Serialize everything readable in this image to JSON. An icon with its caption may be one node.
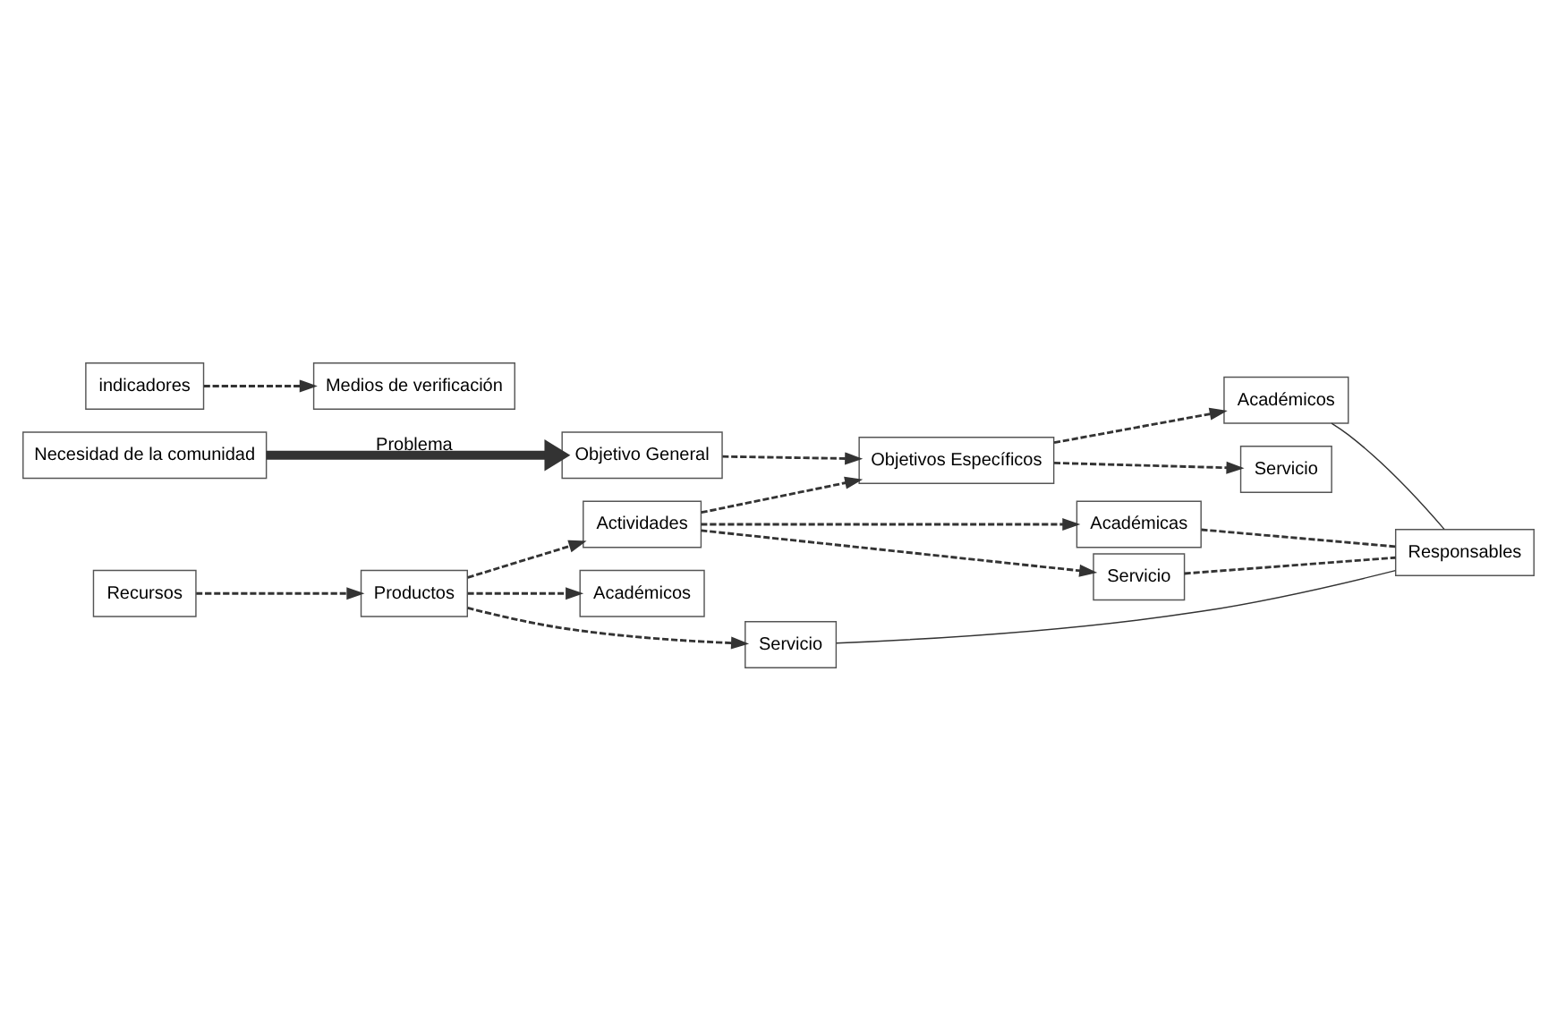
{
  "diagram": {
    "nodes": [
      {
        "text": [
          "Necesidad de la comunidad"
        ]
      },
      {
        "text": [
          "Objetivo General"
        ]
      },
      {
        "text": [
          "Académicos"
        ]
      },
      {
        "text": [
          "Objetivos Específicos"
        ]
      },
      {
        "text": [
          "Servicio"
        ]
      },
      {
        "text": [
          "indicadores"
        ]
      },
      {
        "text": [
          "Medios de verificación"
        ]
      },
      {
        "text": [
          "Académicas"
        ]
      },
      {
        "text": [
          "Responsables"
        ]
      },
      {
        "text": [
          "Actividades"
        ]
      },
      {
        "text": [
          "Servicio"
        ]
      },
      {
        "text": [
          "Académicos"
        ]
      },
      {
        "text": [
          "Productos"
        ]
      },
      {
        "text": [
          "Servicio"
        ]
      },
      {
        "text": [
          "Recursos"
        ]
      }
    ],
    "edges": [
      {
        "from": 0,
        "to": 1,
        "arrow": "to",
        "label": "Problema",
        "style": "thick"
      },
      {
        "from": 1,
        "to": 3,
        "arrow": "to",
        "style": "dashed"
      },
      {
        "from": 3,
        "to": 2,
        "arrow": "to",
        "style": "dashed"
      },
      {
        "from": 3,
        "to": 4,
        "arrow": "to",
        "style": "dashed"
      },
      {
        "from": 5,
        "to": 6,
        "arrow": "to",
        "style": "dashed"
      },
      {
        "from": 9,
        "to": 3,
        "arrow": "to",
        "style": "dashed"
      },
      {
        "from": 9,
        "to": 7,
        "arrow": "to",
        "style": "dashed"
      },
      {
        "from": 9,
        "to": 10,
        "arrow": "to",
        "style": "dashed"
      },
      {
        "from": 7,
        "to": 8,
        "arrow": "none",
        "style": "dashed"
      },
      {
        "from": 10,
        "to": 8,
        "arrow": "none",
        "style": "dashed"
      },
      {
        "from": 2,
        "to": 8,
        "arrow": "none"
      },
      {
        "from": 12,
        "to": 9,
        "arrow": "to",
        "style": "dashed"
      },
      {
        "from": 12,
        "to": 11,
        "arrow": "to",
        "style": "dashed"
      },
      {
        "from": 12,
        "to": 13,
        "arrow": "to",
        "style": "dashed"
      },
      {
        "from": 13,
        "to": 8,
        "arrow": "none"
      },
      {
        "from": 14,
        "to": 12,
        "arrow": "to",
        "style": "dashed"
      }
    ]
  }
}
